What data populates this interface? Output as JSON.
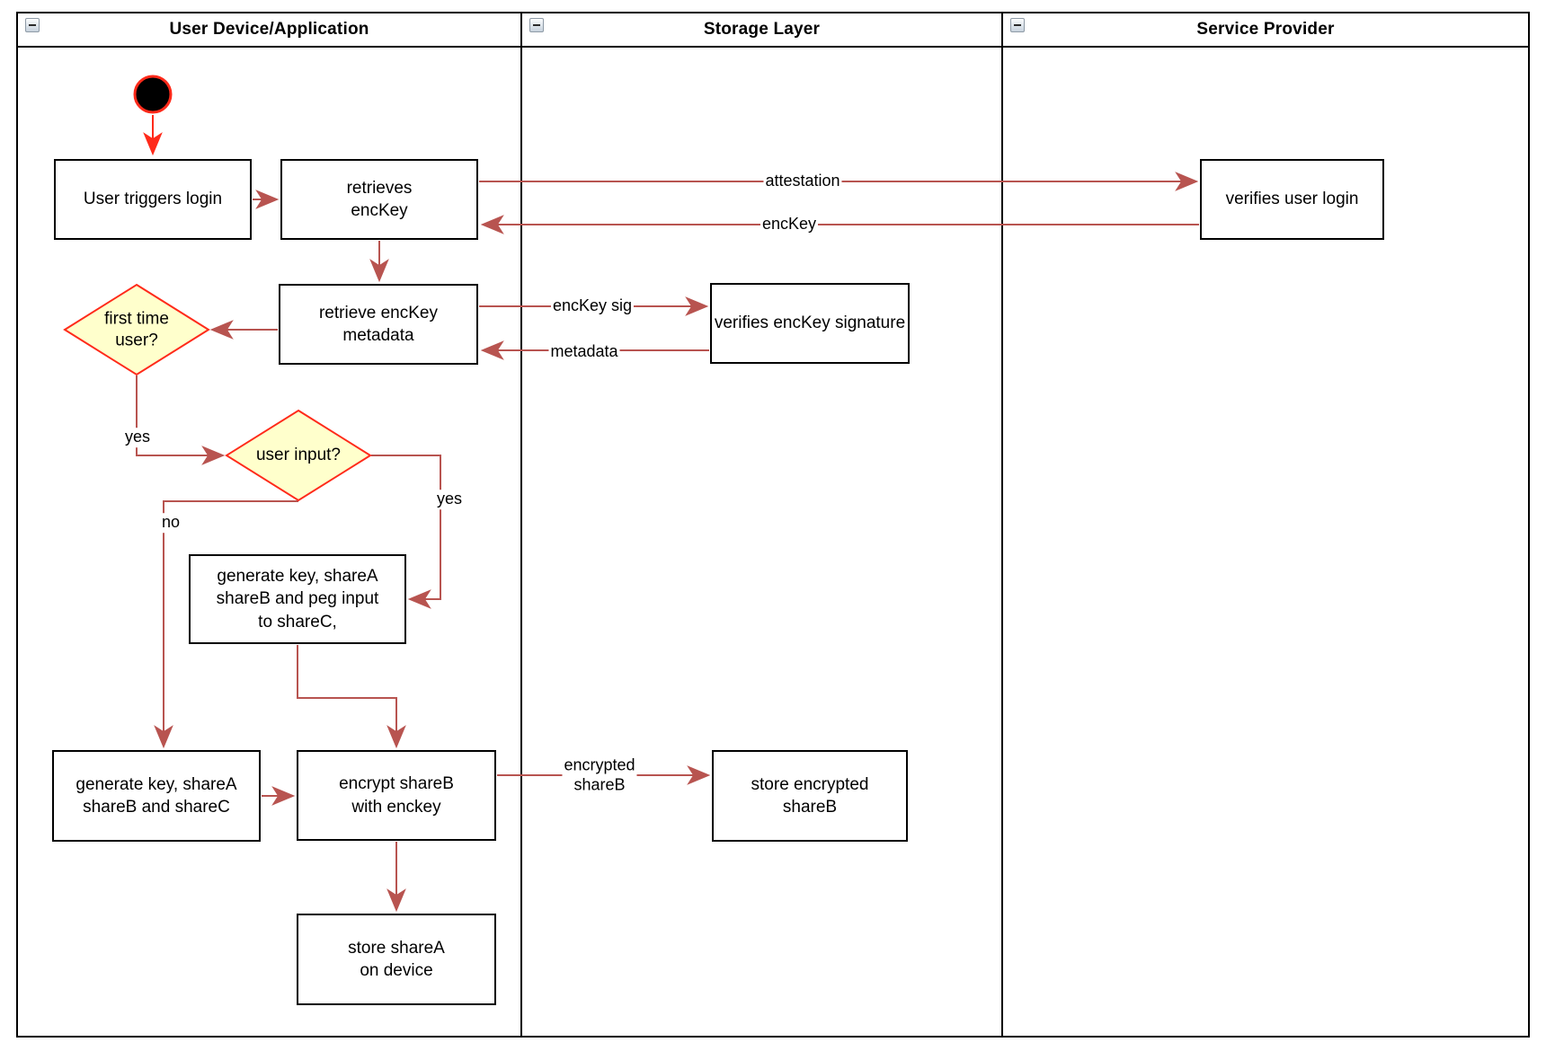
{
  "colors": {
    "connector": "#b85450",
    "start_arrow": "#ff2a1a",
    "decision_border": "#ff2a1a",
    "decision_fill": "#ffffcc",
    "node_border": "#000000",
    "node_fill": "#ffffff"
  },
  "lanes": [
    {
      "title": "User Device/Application"
    },
    {
      "title": "Storage Layer"
    },
    {
      "title": "Service Provider"
    }
  ],
  "nodes": {
    "user_triggers_login": {
      "lines": [
        "User triggers login"
      ]
    },
    "retrieves_enckey": {
      "lines": [
        "retrieves",
        "encKey"
      ]
    },
    "verifies_user_login": {
      "lines": [
        "verifies user login"
      ]
    },
    "retrieve_enckey_metadata": {
      "lines": [
        "retrieve encKey",
        "metadata"
      ]
    },
    "verifies_enckey_signature": {
      "lines": [
        "verifies encKey signature"
      ]
    },
    "first_time_user": {
      "lines": [
        "first time",
        "user?"
      ]
    },
    "user_input": {
      "lines": [
        "user input?"
      ]
    },
    "generate_key_peg": {
      "lines": [
        "generate key, shareA",
        "shareB and peg input",
        "to shareC,"
      ]
    },
    "generate_key_sharec": {
      "lines": [
        "generate key, shareA",
        "shareB and shareC"
      ]
    },
    "encrypt_shareb": {
      "lines": [
        "encrypt shareB",
        "with enckey"
      ]
    },
    "store_encrypted_shareb": {
      "lines": [
        "store encrypted",
        "shareB"
      ]
    },
    "store_sharea_on_device": {
      "lines": [
        "store shareA",
        "on device"
      ]
    }
  },
  "edge_labels": {
    "attestation": "attestation",
    "enckey": "encKey",
    "enckey_sig": "encKey sig",
    "metadata": "metadata",
    "yes_first_time": "yes",
    "yes_user_input": "yes",
    "no_user_input": "no",
    "encrypted_shareb": [
      "encrypted",
      "shareB"
    ]
  }
}
